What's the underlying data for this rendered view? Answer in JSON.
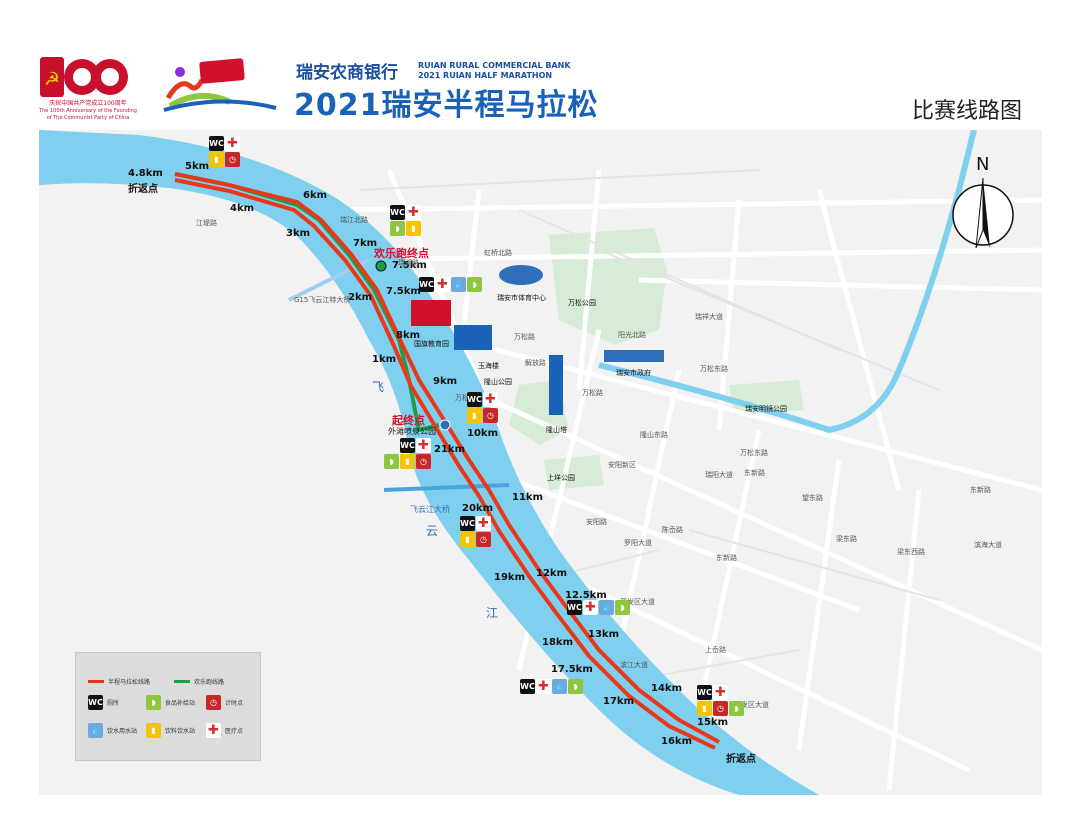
{
  "header": {
    "anniversary_caption": "庆祝中国共产党成立100周年",
    "anniversary_en": "The 100th Anniversary of the Founding of The Communist Party of China",
    "bank_name": "瑞安农商银行",
    "bank_en": "RUIAN RURAL COMMERCIAL BANK",
    "event_en": "2021 RUIAN HALF MARATHON",
    "title": "2021瑞安半程马拉松",
    "map_title": "比赛线路图"
  },
  "compass": {
    "label": "N"
  },
  "colors": {
    "half_marathon_route": "#e8381b",
    "fun_run_route": "#1f9e4a",
    "river": "#7fd0ef",
    "park": "#d6ecd6",
    "land": "#f2f2f2"
  },
  "km_markers": [
    {
      "text": "4.8km"
    },
    {
      "text": "折返点"
    },
    {
      "text": "5km"
    },
    {
      "text": "4km"
    },
    {
      "text": "6km"
    },
    {
      "text": "3km"
    },
    {
      "text": "7km"
    },
    {
      "text": "7.5km"
    },
    {
      "text": "7.5km"
    },
    {
      "text": "2km"
    },
    {
      "text": "8km"
    },
    {
      "text": "1km"
    },
    {
      "text": "9km"
    },
    {
      "text": "10km"
    },
    {
      "text": "21km"
    },
    {
      "text": "11km"
    },
    {
      "text": "20km"
    },
    {
      "text": "19km"
    },
    {
      "text": "12km"
    },
    {
      "text": "12.5km"
    },
    {
      "text": "18km"
    },
    {
      "text": "13km"
    },
    {
      "text": "17.5km"
    },
    {
      "text": "14km"
    },
    {
      "text": "17km"
    },
    {
      "text": "15km"
    },
    {
      "text": "16km"
    },
    {
      "text": "折返点"
    }
  ],
  "places": {
    "fun_run_finish": "欢乐跑终点",
    "start_finish": "起终点",
    "start_park": "外滩喷泉公园",
    "sports_center": "瑞安市体育中心",
    "wansong_park": "万松公园",
    "gov": "瑞安市政府",
    "yuhai": "玉海楼",
    "longshan_park": "隆山公园",
    "longshan_tower": "隆山塔",
    "shanghai_park": "上垟公园",
    "ruian_mingdi": "瑞安明镜公园",
    "square": "国旗教育园",
    "bridge": "飞云江大桥"
  },
  "river_chars": [
    "飞",
    "云",
    "江"
  ],
  "roads": [
    "虹桥北路",
    "瑞湖路",
    "万松路",
    "阳光北路",
    "瑞祥大道",
    "解放路",
    "万松东路",
    "瑞江北路",
    "隆山东路",
    "安阳路",
    "罗阳大道",
    "陈岙路",
    "东新路",
    "开发区大道",
    "滨江大道",
    "上岙路",
    "万松路",
    "东新路",
    "G15飞云江特大桥",
    "江堤路",
    "万松西路",
    "万松东路",
    "滨海大道",
    "开发区大道",
    "瑞阳大道",
    "安阳新区",
    "望东路",
    "梁东路",
    "梁东西路",
    "东新路"
  ],
  "legend": {
    "half_marathon": "半程马拉松线路",
    "fun_run": "欢乐跑线路",
    "wc": "厕所",
    "food": "食品补给站",
    "timing": "计时点",
    "water": "饮水用水站",
    "drink": "饮料饮水站",
    "medical": "医疗点"
  },
  "icon_labels": {
    "wc": "WC",
    "med": "✚"
  }
}
